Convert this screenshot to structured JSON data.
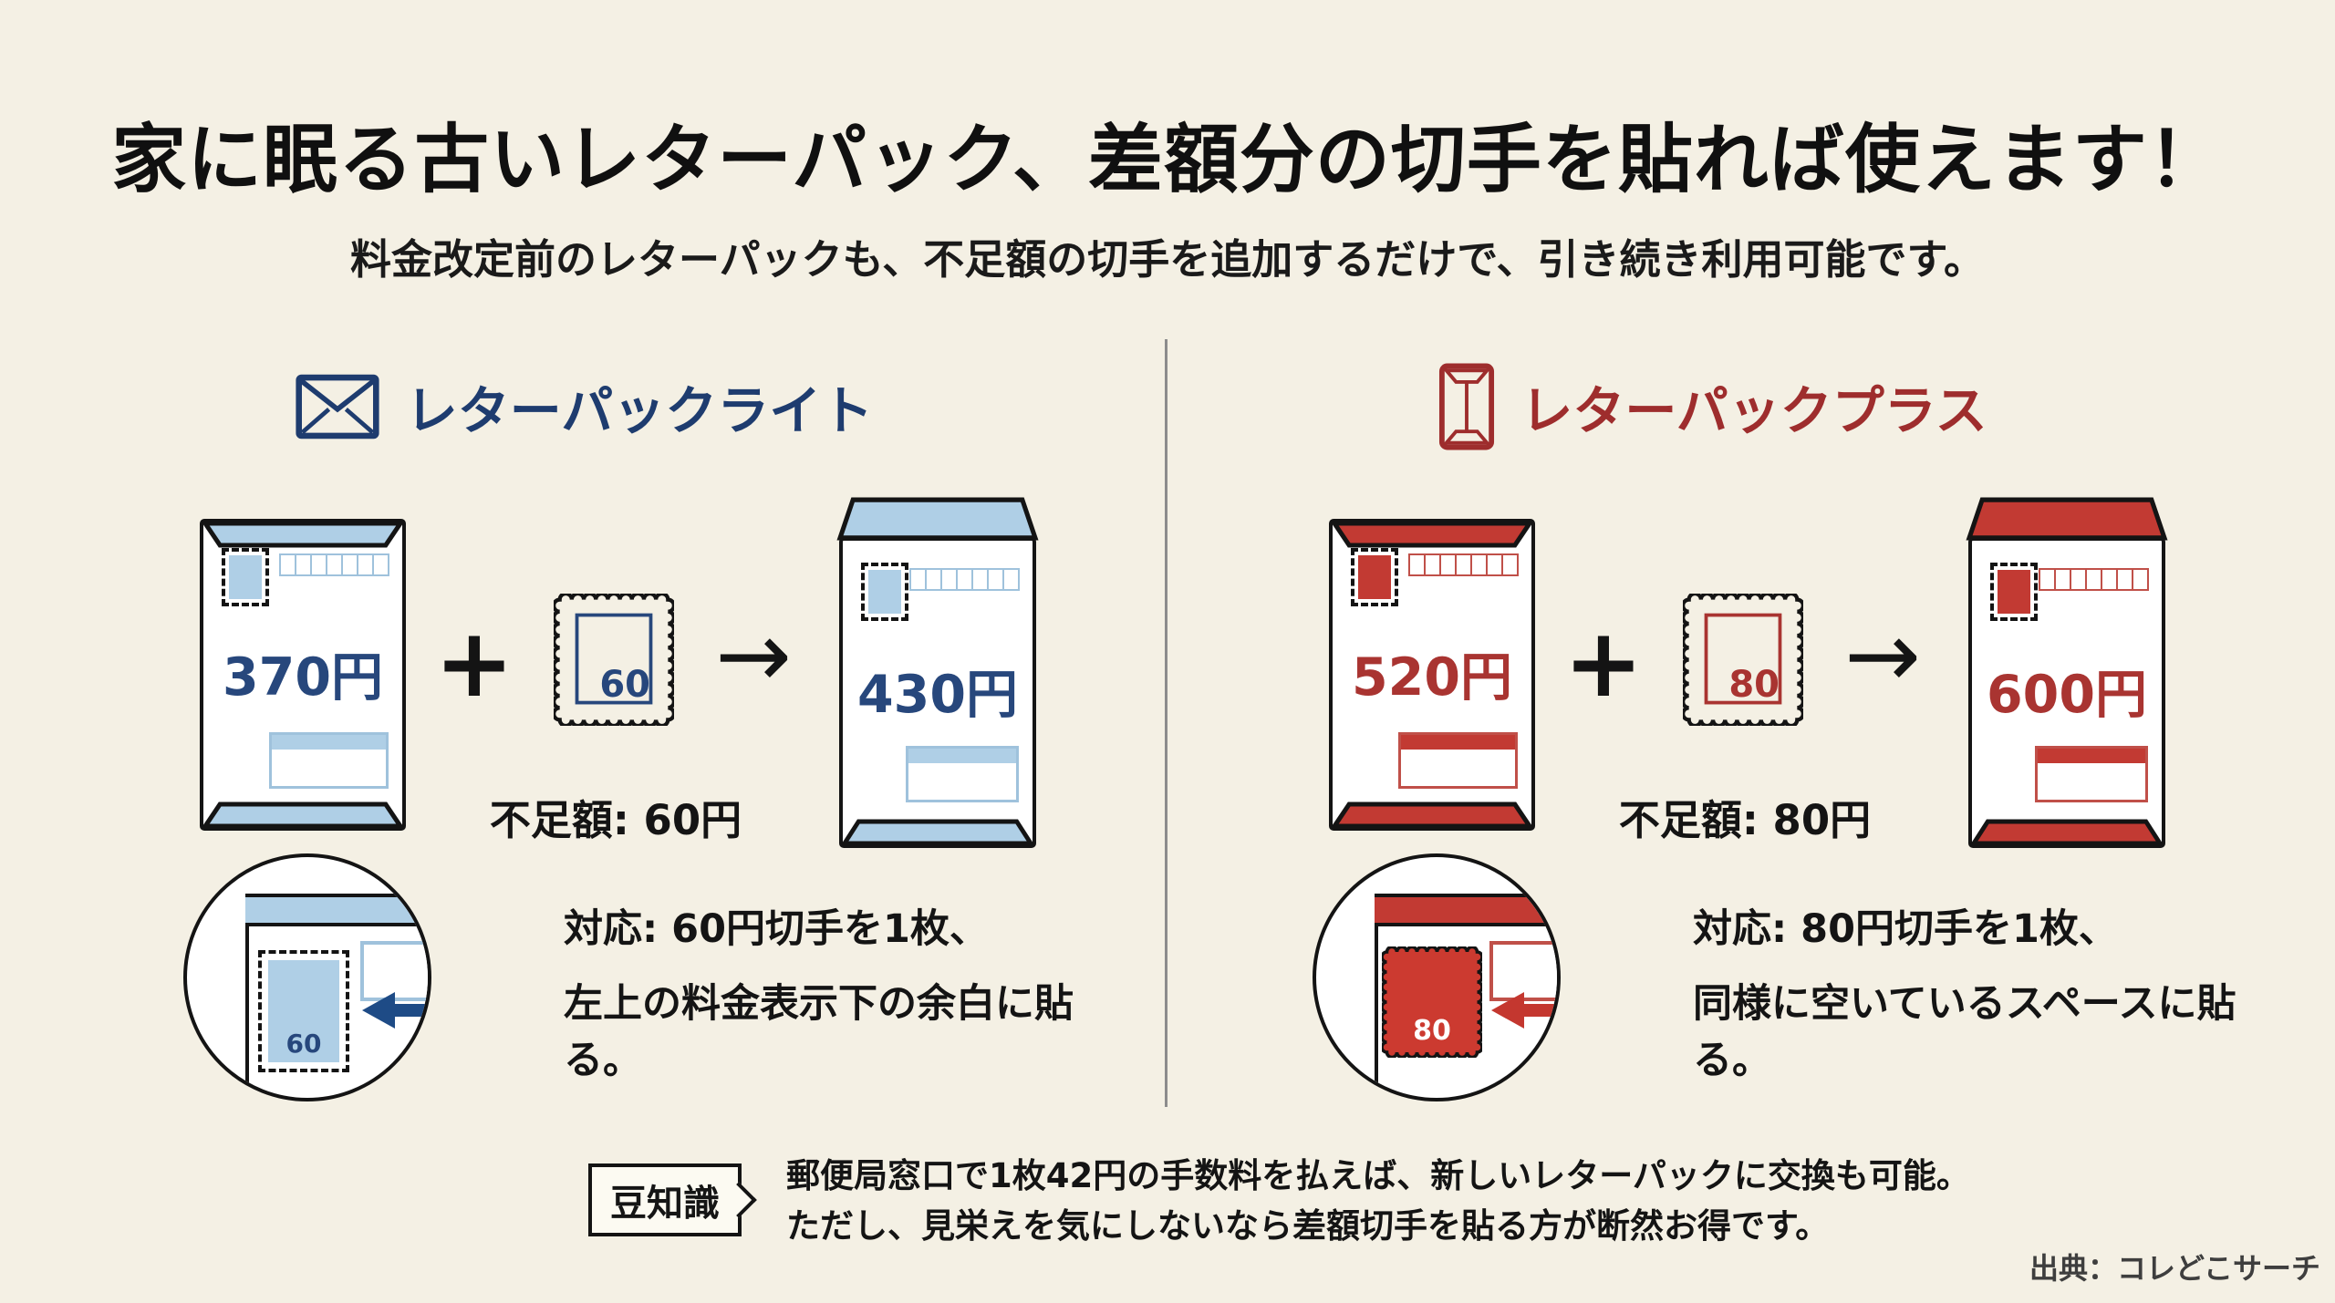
{
  "title": "家に眠る古いレターパック、差額分の切手を貼れば使えます！",
  "subtitle": "料金改定前のレターパックも、不足額の切手を追加するだけで、引き続き利用可能です。",
  "symbols": {
    "plus": "+",
    "arrow": "→"
  },
  "panels": [
    {
      "name": "レターパックライト",
      "theme_color": "#1E3C6F",
      "band_color": "#AFCFE6",
      "before_price": "370円",
      "stamp_value": "60",
      "shortfall": "不足額: 60円",
      "after_price": "430円",
      "circle_stamp_value": "60",
      "instruction_line1": "対応: 60円切手を1枚、",
      "instruction_line2": "左上の料金表示下の余白に貼る。"
    },
    {
      "name": "レターパックプラス",
      "theme_color": "#9E2D2D",
      "band_color": "#C23A33",
      "before_price": "520円",
      "stamp_value": "80",
      "shortfall": "不足額: 80円",
      "after_price": "600円",
      "circle_stamp_value": "80",
      "instruction_line1": "対応: 80円切手を1枚、",
      "instruction_line2": "同様に空いているスペースに貼る。"
    }
  ],
  "tip": {
    "label": "豆知識",
    "line1": "郵便局窓口で1枚42円の手数料を払えば、新しいレターパックに交換も可能。",
    "line2": "ただし、見栄えを気にしないなら差額切手を貼る方が断然お得です。"
  },
  "source": "出典：コレどこサーチ",
  "colors": {
    "background": "#F4F0E4",
    "ink": "#151515",
    "blue_dark": "#1E3C6F",
    "blue_light": "#AFCFE6",
    "red_dark": "#9E2D2D",
    "red_band": "#C23A33",
    "divider": "#8C8C8C"
  }
}
